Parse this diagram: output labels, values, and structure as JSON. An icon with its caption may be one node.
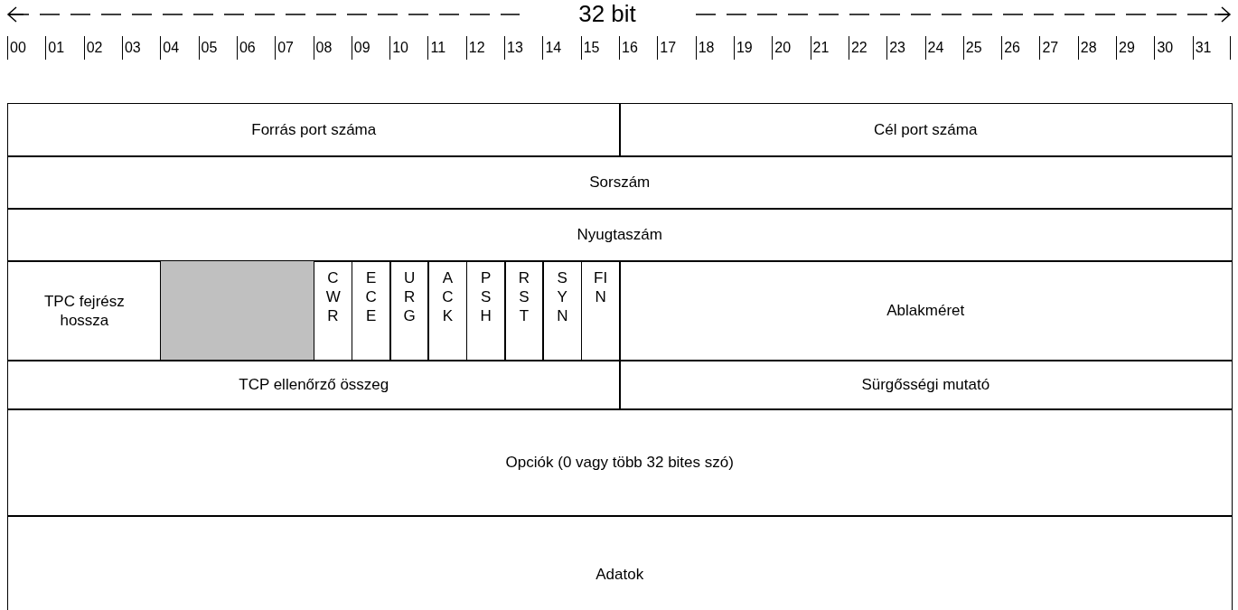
{
  "diagram": {
    "nodes": [
      {
        "text": [
          "Forrás port száma"
        ]
      },
      {
        "text": [
          "Cél port száma"
        ]
      },
      {
        "text": [
          "Sorszám"
        ]
      },
      {
        "text": [
          "Nyugtaszám"
        ]
      },
      {
        "text": [
          "TPC fejrész hossza"
        ]
      },
      {
        "text": [],
        "shape": "box"
      },
      {
        "text": [
          "CWR"
        ]
      },
      {
        "text": [
          "ECE"
        ]
      },
      {
        "text": [
          "URG"
        ]
      },
      {
        "text": [
          "ACK"
        ]
      },
      {
        "text": [
          "PSH"
        ]
      },
      {
        "text": [
          "RST"
        ]
      },
      {
        "text": [
          "SYN"
        ]
      },
      {
        "text": [
          "FIN"
        ]
      },
      {
        "text": [
          "Ablakméret"
        ]
      },
      {
        "text": [
          "TCP ellenőrző összeg"
        ]
      },
      {
        "text": [
          "Sürgősségi mutató"
        ]
      },
      {
        "text": [
          "Opciók (0 vagy több 32 bites szó)"
        ]
      },
      {
        "text": [
          "Adatok"
        ]
      }
    ],
    "edges": [],
    "labels": [
      "32 bit",
      "00",
      "01",
      "02",
      "03",
      "04",
      "05",
      "06",
      "07",
      "08",
      "09",
      "10",
      "11",
      "12",
      "13",
      "14",
      "15",
      "16",
      "17",
      "18",
      "19",
      "20",
      "21",
      "22",
      "23",
      "24",
      "25",
      "26",
      "27",
      "28",
      "29",
      "30",
      "31"
    ]
  }
}
